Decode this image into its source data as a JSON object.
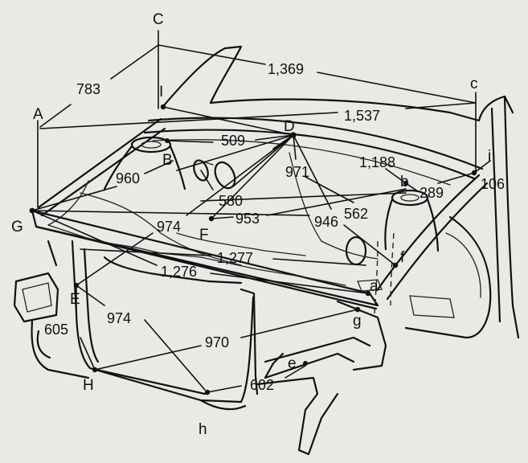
{
  "points": [
    {
      "id": "A",
      "text": "A"
    },
    {
      "id": "C",
      "text": "C"
    },
    {
      "id": "c",
      "text": "c"
    },
    {
      "id": "I",
      "text": "I"
    },
    {
      "id": "D",
      "text": "D"
    },
    {
      "id": "B",
      "text": "B"
    },
    {
      "id": "i",
      "text": "i"
    },
    {
      "id": "b",
      "text": "b"
    },
    {
      "id": "G",
      "text": "G"
    },
    {
      "id": "F",
      "text": "F"
    },
    {
      "id": "f",
      "text": "f"
    },
    {
      "id": "E",
      "text": "E"
    },
    {
      "id": "a",
      "text": "a"
    },
    {
      "id": "g",
      "text": "g"
    },
    {
      "id": "e",
      "text": "e"
    },
    {
      "id": "H",
      "text": "H"
    },
    {
      "id": "h",
      "text": "h"
    }
  ],
  "dimensions": [
    {
      "id": "d1369",
      "text": "1,369"
    },
    {
      "id": "d783",
      "text": "783"
    },
    {
      "id": "d1537",
      "text": "1,537"
    },
    {
      "id": "d509",
      "text": "509"
    },
    {
      "id": "d1188",
      "text": "1,188"
    },
    {
      "id": "d960",
      "text": "960"
    },
    {
      "id": "d971",
      "text": "971"
    },
    {
      "id": "d289",
      "text": "289"
    },
    {
      "id": "d106",
      "text": "106"
    },
    {
      "id": "d580",
      "text": "580"
    },
    {
      "id": "d953",
      "text": "953"
    },
    {
      "id": "d946",
      "text": "946"
    },
    {
      "id": "d562",
      "text": "562"
    },
    {
      "id": "d974a",
      "text": "974"
    },
    {
      "id": "d1277",
      "text": "1,277"
    },
    {
      "id": "d1276",
      "text": "1,276"
    },
    {
      "id": "d974b",
      "text": "974"
    },
    {
      "id": "d605",
      "text": "605"
    },
    {
      "id": "d970",
      "text": "970"
    },
    {
      "id": "d602",
      "text": "602"
    }
  ]
}
